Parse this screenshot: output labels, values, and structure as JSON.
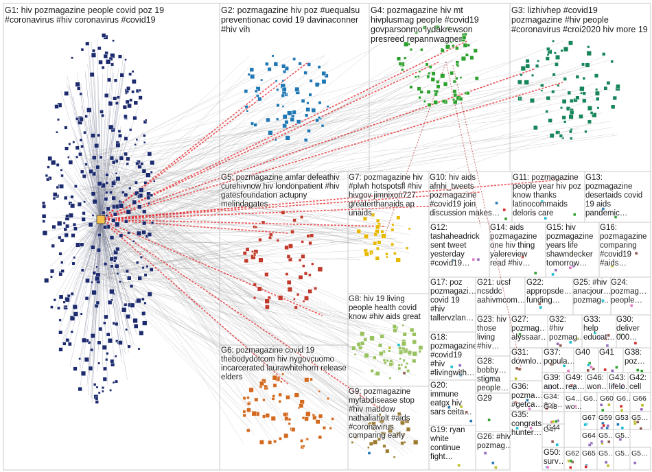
{
  "title": "#HIV network graph (NodeXL group layout)",
  "colors": {
    "background": "#ffffff",
    "box_border": "#c8c8c8",
    "edge_gray": "#9a9a9a",
    "edge_red": "#e8262b",
    "edge_dark_red": "#b02a2a"
  },
  "groups": [
    {
      "id": "G1",
      "label": "G1: hiv pozmagazine people covid poz 19 #coronavirus #hiv coronavirus #covid19",
      "color": "#1c2a6e"
    },
    {
      "id": "G2",
      "label": "G2: pozmagazine hiv poz #uequalsu preventionac covid 19 davinaconner #hiv vih",
      "color": "#1f77b4"
    },
    {
      "id": "G4",
      "label": "G4: pozmagazine hiv mt hivplusmag people #covid19 govparsonmo lydakrewson presreed repannwagner",
      "color": "#2ca02c"
    },
    {
      "id": "G3",
      "label": "G3: lizhivhep #covid19 pozmagazine #hiv people #coronavirus #croi2020 hiv more 19",
      "color": "#17855a"
    },
    {
      "id": "G5",
      "label": "G5: pozmagazine amfar defeathiv curehivnow hiv londonpatient #hiv gatesfoundation actupny melindagates",
      "color": "#c0392b"
    },
    {
      "id": "G7",
      "label": "G7: pozmagazine hiv #plwh hotspotsfl #hiv hivgov jimnixon727 greaterthanaids ap unaids",
      "color": "#e6b800"
    },
    {
      "id": "G10",
      "label": "G10: hiv aids afnhi_tweets pozmagazine #covid19 join discussion makes…",
      "color": "#7f7f7f"
    },
    {
      "id": "G11",
      "label": "G11: pozmagazine people year hiv poz know thanks latinocommaids deloris care",
      "color": "#9467bd"
    },
    {
      "id": "G13",
      "label": "G13: pozmagazine desertaids covid 19 aids pandemic…",
      "color": "#8c564b"
    },
    {
      "id": "G12",
      "label": "G12: tashaheadrick sent tweet yesterday #covid19…",
      "color": "#e377c2"
    },
    {
      "id": "G14",
      "label": "G14: aids pozmagazine one hiv thing yalereview read #hiv…",
      "color": "#17becf"
    },
    {
      "id": "G15",
      "label": "G15: hiv pozmagazine years life shawndecker tomorrow…",
      "color": "#bcbd22"
    },
    {
      "id": "G16",
      "label": "G16: pozmagazine comparing #covid19 #aids…",
      "color": "#7f7f7f"
    },
    {
      "id": "G8",
      "label": "G8: hiv 19 living people health covid know #hiv aids great",
      "color": "#98c15f"
    },
    {
      "id": "G17",
      "label": "G17: poz pozmagazi… covid 19 #hiv tallervzlan…",
      "color": "#ff7f0e"
    },
    {
      "id": "G21",
      "label": "G21: ucsf ncsddc aahivmcom…",
      "color": "#1f77b4"
    },
    {
      "id": "G22",
      "label": "G22: appropsde… funding…",
      "color": "#2ca02c"
    },
    {
      "id": "G25",
      "label": "G25: #hiv anacjour… pozmag…",
      "color": "#d62728"
    },
    {
      "id": "G24",
      "label": "G24: pozmag… people…",
      "color": "#9467bd"
    },
    {
      "id": "G18",
      "label": "G18: pozmagazine #covid19 #hiv #livingwith…",
      "color": "#8c564b"
    },
    {
      "id": "G23",
      "label": "G23: hiv those living #hiv…",
      "color": "#e377c2"
    },
    {
      "id": "G27",
      "label": "G27: pozmag… alyssaar…",
      "color": "#7f7f7f"
    },
    {
      "id": "G32",
      "label": "G32: #hiv pozmag…",
      "color": "#bcbd22"
    },
    {
      "id": "G33",
      "label": "G33: help educat…",
      "color": "#17becf"
    },
    {
      "id": "G30",
      "label": "G30: deliver 000…",
      "color": "#1f77b4"
    },
    {
      "id": "G6",
      "label": "G6: pozmagazine covid 19 thebodydotcom hiv nygovcuomo incarcerated laurawhitehorn release elders",
      "color": "#d2691e"
    },
    {
      "id": "G28",
      "label": "G28: bobby… stigma people…",
      "color": "#2ca02c"
    },
    {
      "id": "G31",
      "label": "G31: downlo…",
      "color": "#d62728"
    },
    {
      "id": "G37",
      "label": "G37: popula…",
      "color": "#9467bd"
    },
    {
      "id": "G40",
      "label": "G40",
      "color": "#8c564b"
    },
    {
      "id": "G41",
      "label": "G41",
      "color": "#e377c2"
    },
    {
      "id": "G38",
      "label": "G38: poz…",
      "color": "#7f7f7f"
    },
    {
      "id": "G9",
      "label": "G9: pozmagazine myfabdisease stop #hiv maddow nathaliaholt #aids #coronavirus comparing early",
      "color": "#9c7b2f"
    },
    {
      "id": "G20",
      "label": "G20: immune eatgx hiv sars ceita…",
      "color": "#bcbd22"
    },
    {
      "id": "G36",
      "label": "G36: pozma… #getca…",
      "color": "#17becf"
    },
    {
      "id": "G39",
      "label": "G39: anot…",
      "color": "#1f77b4"
    },
    {
      "id": "G49",
      "label": "G49: rea…",
      "color": "#2ca02c"
    },
    {
      "id": "G46",
      "label": "G46: won…",
      "color": "#d62728"
    },
    {
      "id": "G43",
      "label": "G43: lifelo…",
      "color": "#9467bd"
    },
    {
      "id": "G42",
      "label": "G42: cell",
      "color": "#8c564b"
    },
    {
      "id": "G29",
      "label": "G29",
      "color": "#e377c2"
    },
    {
      "id": "G34",
      "label": "G34: #co…",
      "color": "#7f7f7f"
    },
    {
      "id": "G45",
      "label": "G4… wo…",
      "color": "#bcbd22"
    },
    {
      "id": "G6x",
      "label": "G6…",
      "color": "#17becf"
    },
    {
      "id": "G60",
      "label": "G60",
      "color": "#1f77b4"
    },
    {
      "id": "G6y",
      "label": "G6…",
      "color": "#2ca02c"
    },
    {
      "id": "G66",
      "label": "G66",
      "color": "#d62728"
    },
    {
      "id": "G48",
      "label": "G48",
      "color": "#9467bd"
    },
    {
      "id": "G35",
      "label": "G35: congrats hunter…",
      "color": "#8c564b"
    },
    {
      "id": "G47",
      "label": "G47",
      "color": "#e377c2"
    },
    {
      "id": "G67",
      "label": "G67",
      "color": "#7f7f7f"
    },
    {
      "id": "G59",
      "label": "G59",
      "color": "#bcbd22"
    },
    {
      "id": "G53",
      "label": "G53",
      "color": "#17becf"
    },
    {
      "id": "G5x",
      "label": "G5…",
      "color": "#1f77b4"
    },
    {
      "id": "G19",
      "label": "G19: ryan white continue fight…",
      "color": "#2ca02c"
    },
    {
      "id": "G26",
      "label": "G26: #hiv pozmag…",
      "color": "#d62728"
    },
    {
      "id": "G44",
      "label": "G44",
      "color": "#9467bd"
    },
    {
      "id": "G64",
      "label": "G64",
      "color": "#8c564b"
    },
    {
      "id": "G5y",
      "label": "G5…",
      "color": "#e377c2"
    },
    {
      "id": "G5z",
      "label": "G5…",
      "color": "#7f7f7f"
    },
    {
      "id": "G50",
      "label": "G50: surv…",
      "color": "#bcbd22"
    },
    {
      "id": "G62",
      "label": "G62",
      "color": "#17becf"
    },
    {
      "id": "G65",
      "label": "G65",
      "color": "#1f77b4"
    },
    {
      "id": "G5w",
      "label": "G5…",
      "color": "#2ca02c"
    },
    {
      "id": "G5v",
      "label": "G5…",
      "color": "#d62728"
    },
    {
      "id": "G5u",
      "label": "G5…",
      "color": "#9467bd"
    }
  ]
}
